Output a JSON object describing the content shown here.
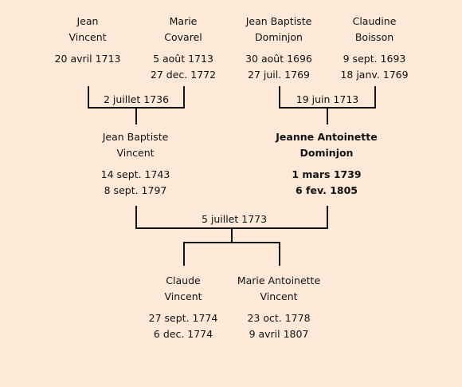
{
  "people": {
    "jean_vincent": {
      "given": "Jean",
      "surname": "Vincent",
      "birth": "20 avril 1713",
      "death": ""
    },
    "marie_covarel": {
      "given": "Marie",
      "surname": "Covarel",
      "birth": "5 août 1713",
      "death": "27 dec. 1772"
    },
    "jb_dominjon": {
      "given": "Jean Baptiste",
      "surname": "Dominjon",
      "birth": "30 août 1696",
      "death": "27 juil. 1769"
    },
    "claudine_boisson": {
      "given": "Claudine",
      "surname": "Boisson",
      "birth": "9 sept. 1693",
      "death": "18 janv. 1769"
    },
    "jb_vincent": {
      "given": "Jean Baptiste",
      "surname": "Vincent",
      "birth": "14 sept. 1743",
      "death": "8 sept. 1797"
    },
    "jeanne_dominjon": {
      "given": "Jeanne Antoinette",
      "surname": "Dominjon",
      "birth": "1 mars 1739",
      "death": "6 fev. 1805"
    },
    "claude_vincent": {
      "given": "Claude",
      "surname": "Vincent",
      "birth": "27 sept. 1774",
      "death": "6 dec. 1774"
    },
    "marie_antoinette_vincent": {
      "given": "Marie Antoinette",
      "surname": "Vincent",
      "birth": "23 oct. 1778",
      "death": "9 avril 1807"
    }
  },
  "marriages": {
    "vincent_covarel": "2 juillet 1736",
    "dominjon_boisson": "19 juin 1713",
    "vincent_dominjon": "5 juillet 1773"
  },
  "colors": {
    "background": "#fce9d8",
    "line": "#111111"
  }
}
